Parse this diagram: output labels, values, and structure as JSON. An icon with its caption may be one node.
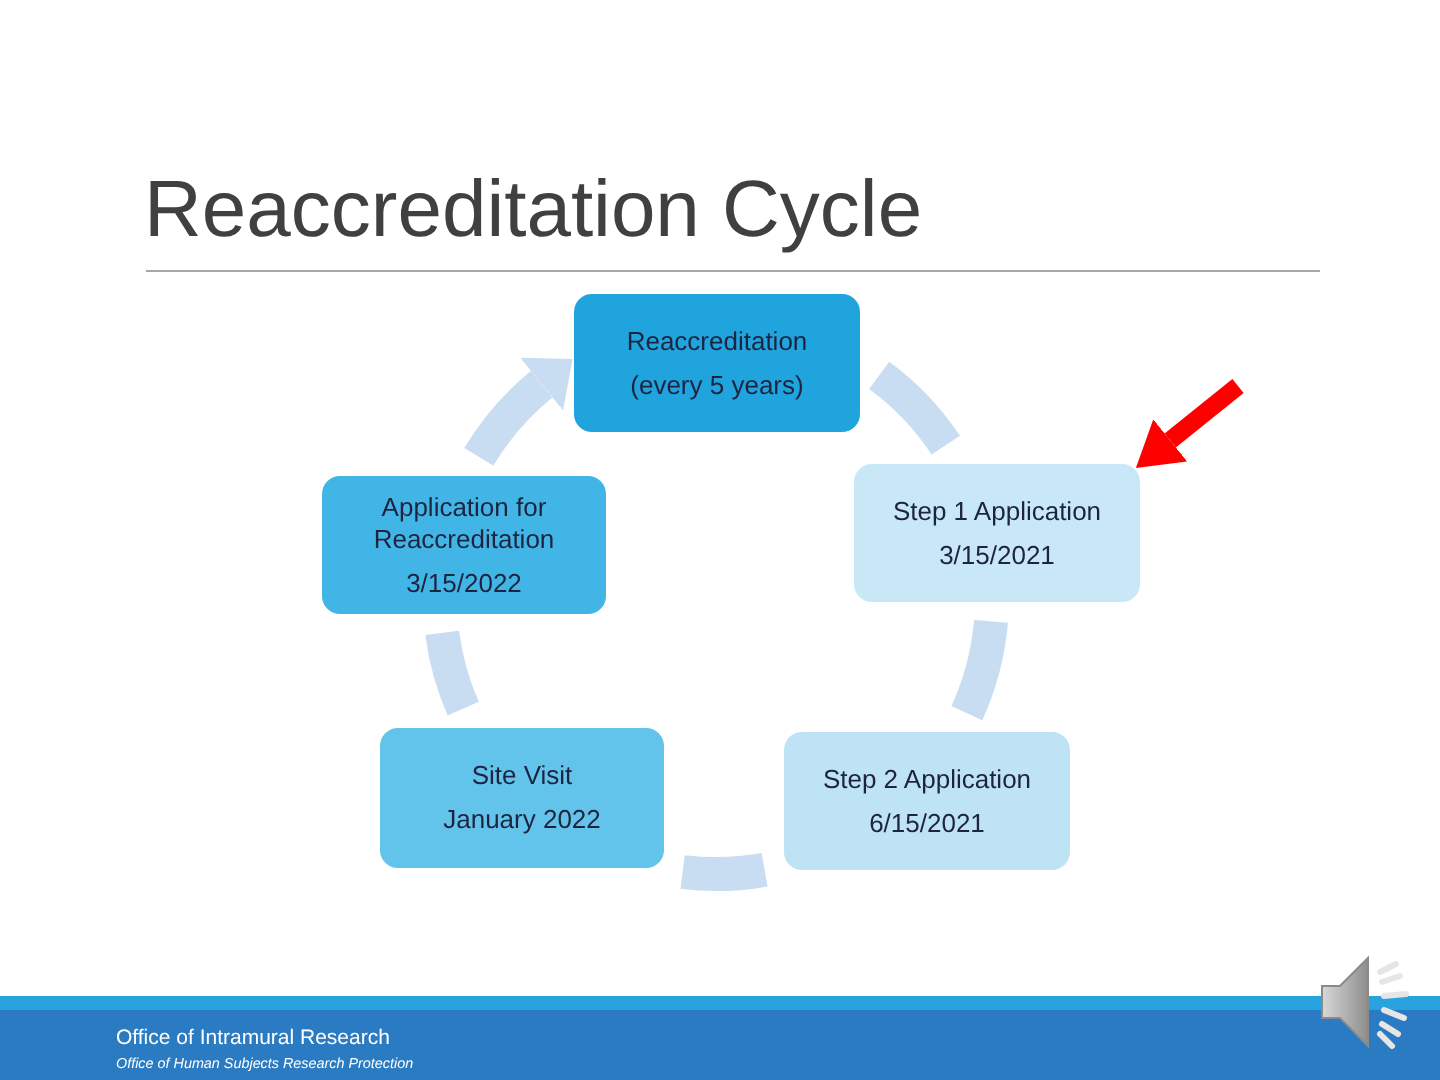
{
  "diagram": {
    "title": "Reaccreditation Cycle",
    "nodes": [
      {
        "text": [
          "Reaccreditation",
          "(every 5 years)"
        ]
      },
      {
        "text": [
          "Step 1 Application",
          "3/15/2021"
        ]
      },
      {
        "text": [
          "Step 2 Application",
          "6/15/2021"
        ]
      },
      {
        "text": [
          "Site Visit",
          "January 2022"
        ]
      },
      {
        "text": [
          "Application for Reaccreditation",
          "3/15/2022"
        ]
      }
    ],
    "edges": [
      {
        "from": 0,
        "to": 1,
        "arrow": "none"
      },
      {
        "from": 1,
        "to": 2,
        "arrow": "none"
      },
      {
        "from": 2,
        "to": 3,
        "arrow": "none"
      },
      {
        "from": 3,
        "to": 4,
        "arrow": "none"
      },
      {
        "from": 4,
        "to": 0,
        "arrow": "to"
      },
      {
        "from": null,
        "to": 1,
        "arrow": "to",
        "color": "#ff0000"
      }
    ],
    "labels": [
      "Office of Intramural Research",
      "Office of Human Subjects Research Protection"
    ]
  }
}
